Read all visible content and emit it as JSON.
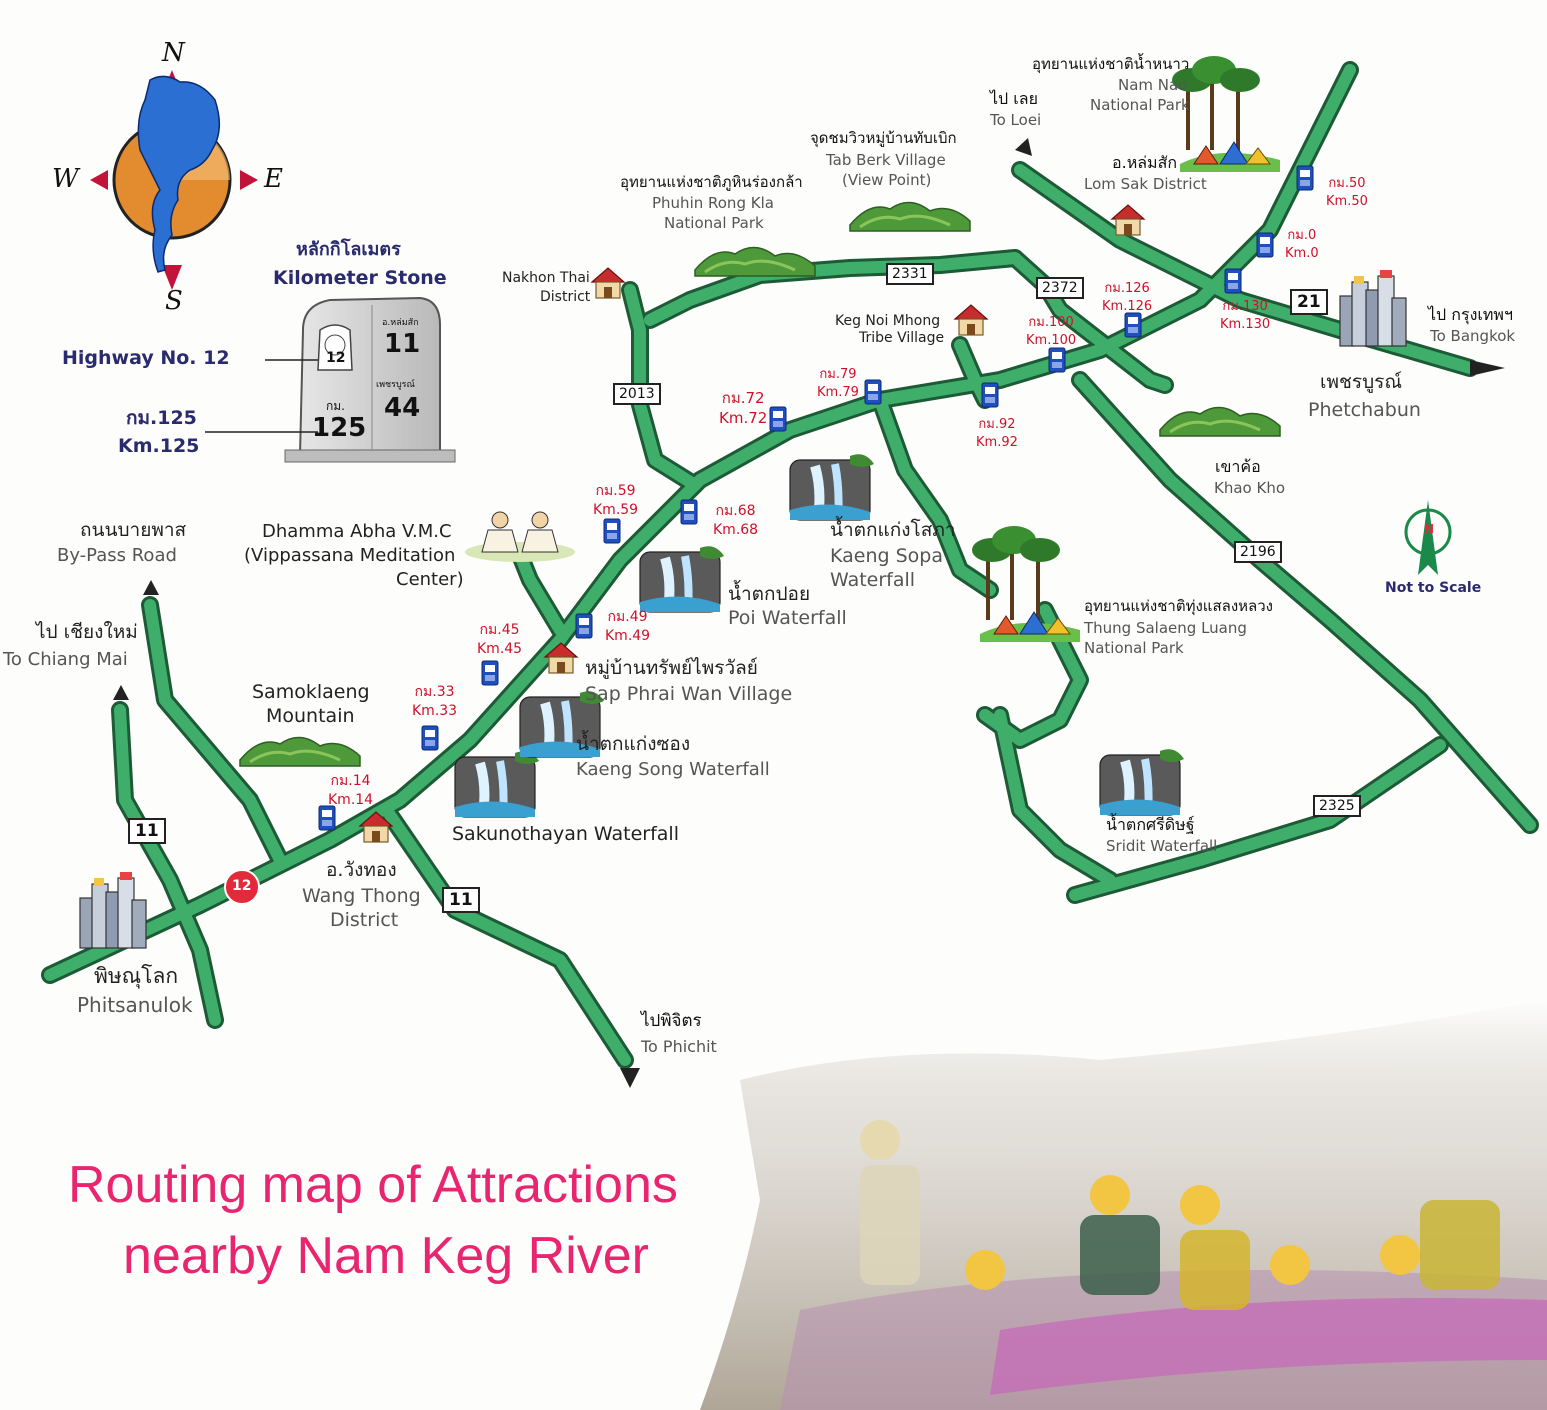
{
  "map": {
    "title_line1": "Routing map of Attractions",
    "title_line2": "nearby Nam Keg River",
    "not_to_scale": "Not to Scale",
    "compass": {
      "n": "N",
      "s": "S",
      "e": "E",
      "w": "W",
      "north_arrow_letter": "N"
    },
    "kilometer_stone": {
      "title_th": "หลักกิโลเมตร",
      "title_en": "Kilometer Stone",
      "highway_label": "Highway No. 12",
      "km_label_th": "กม.125",
      "km_label_en": "Km.125",
      "stone_hwy": "12",
      "stone_km_small": "กม.",
      "stone_km": "125",
      "stone_top_place": "อ.หล่มสัก",
      "stone_top_value": "11",
      "stone_bottom_place": "เพชรบูรณ์",
      "stone_bottom_value": "44"
    },
    "places": {
      "nam_nao_th": "อุทยานแห่งชาติน้ำหนาว",
      "nam_nao_en1": "Nam Nao",
      "nam_nao_en2": "National Park",
      "loei_th": "ไป เลย",
      "loei_en": "To Loei",
      "tab_berk_th": "จุดชมวิวหมู่บ้านทับเบิก",
      "tab_berk_en1": "Tab Berk Village",
      "tab_berk_en2": "(View Point)",
      "phuhin_th": "อุทยานแห่งชาติภูหินร่องกล้า",
      "phuhin_en1": "Phuhin Rong Kla",
      "phuhin_en2": "National Park",
      "lomsak_th": "อ.หล่มสัก",
      "lomsak_en": "Lom Sak District",
      "nakhon_thai1": "Nakhon Thai",
      "nakhon_thai2": "District",
      "keg_noi1": "Keg Noi Mhong",
      "keg_noi2": "Tribe Village",
      "bangkok_th": "ไป กรุงเทพฯ",
      "bangkok_en": "To Bangkok",
      "phetchabun_th": "เพชรบูรณ์",
      "phetchabun_en": "Phetchabun",
      "khao_kho_th": "เขาค้อ",
      "khao_kho_en": "Khao Kho",
      "kaeng_sopa_th": "น้ำตกแก่งโสภา",
      "kaeng_sopa_en1": "Kaeng Sopa",
      "kaeng_sopa_en2": "Waterfall",
      "poi_th": "น้ำตกปอย",
      "poi_en": "Poi Waterfall",
      "dhamma1": "Dhamma Abha V.M.C",
      "dhamma2": "(Vippassana Meditation",
      "dhamma3": "Center)",
      "bypass_th": "ถนนบายพาส",
      "bypass_en": "By-Pass Road",
      "chiang_mai_th": "ไป เชียงใหม่",
      "chiang_mai_en": "To Chiang Mai",
      "sap_phrai_th": "หมู่บ้านทรัพย์ไพรวัลย์",
      "sap_phrai_en": "Sap Phrai Wan Village",
      "samoklaeng1": "Samoklaeng",
      "samoklaeng2": "Mountain",
      "kaeng_song_th": "น้ำตกแก่งซอง",
      "kaeng_song_en": "Kaeng Song Waterfall",
      "sakunothayan": "Sakunothayan Waterfall",
      "wang_thong_th": "อ.วังทอง",
      "wang_thong_en1": "Wang Thong",
      "wang_thong_en2": "District",
      "phitsanulok_th": "พิษณุโลก",
      "phitsanulok_en": "Phitsanulok",
      "phichit_th": "ไปพิจิตร",
      "phichit_en": "To Phichit",
      "thung_th": "อุทยานแห่งชาติทุ่งแสลงหลวง",
      "thung_en1": "Thung Salaeng Luang",
      "thung_en2": "National Park",
      "sridit_th": "น้ำตกศรีดิษฐ์",
      "sridit_en": "Sridit Waterfall"
    },
    "km_markers": {
      "km14_th": "กม.14",
      "km14_en": "Km.14",
      "km33_th": "กม.33",
      "km33_en": "Km.33",
      "km45_th": "กม.45",
      "km45_en": "Km.45",
      "km49_th": "กม.49",
      "km49_en": "Km.49",
      "km59_th": "กม.59",
      "km59_en": "Km.59",
      "km68_th": "กม.68",
      "km68_en": "Km.68",
      "km72_th": "กม.72",
      "km72_en": "Km.72",
      "km79_th": "กม.79",
      "km79_en": "Km.79",
      "km92_th": "กม.92",
      "km92_en": "Km.92",
      "km100_th": "กม.100",
      "km100_en": "Km.100",
      "km126_th": "กม.126",
      "km126_en": "Km.126",
      "km130_th": "กม.130",
      "km130_en": "Km.130",
      "km0_th": "กม.0",
      "km0_en": "Km.0",
      "km50_th": "กม.50",
      "km50_en": "Km.50"
    },
    "highways": {
      "h2331": "2331",
      "h2372": "2372",
      "h2013": "2013",
      "h21": "21",
      "h2196": "2196",
      "h2325": "2325",
      "h11a": "11",
      "h11b": "11",
      "h12": "12"
    },
    "colors": {
      "road_fill": "#3fae6a",
      "road_edge": "#1d5a36",
      "km_red": "#d0102a",
      "title_pink": "#e8256e",
      "navy": "#2a2a6e",
      "marker_blue": "#1f4fbf"
    },
    "icons": [
      "north-compass-icon",
      "thailand-map-icon",
      "kilometer-stone-icon",
      "city-icon",
      "house-icon",
      "km-post-icon",
      "mountain-icon",
      "waterfall-icon",
      "camp-icon",
      "meditation-icon",
      "north-arrow-icon",
      "rafting-photo"
    ]
  }
}
